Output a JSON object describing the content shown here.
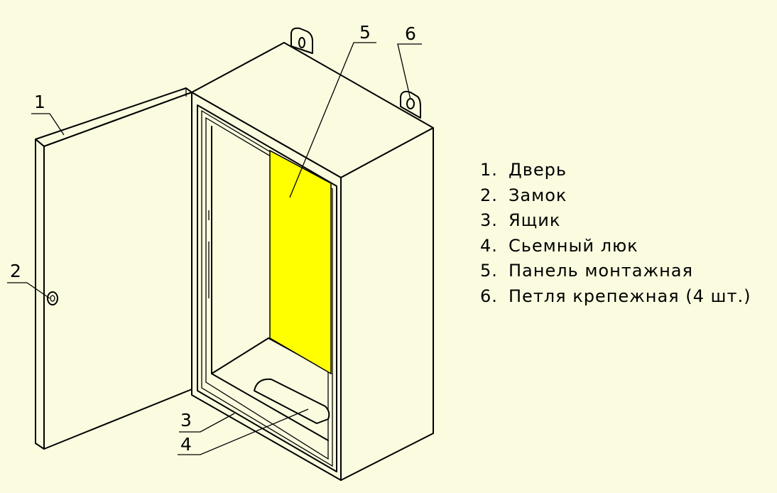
{
  "panel_color": "#ffff00",
  "background_color": "#fbfbe0",
  "callouts": [
    {
      "num": "1"
    },
    {
      "num": "2"
    },
    {
      "num": "3"
    },
    {
      "num": "4"
    },
    {
      "num": "5"
    },
    {
      "num": "6"
    }
  ],
  "legend": [
    {
      "num": "1.",
      "label": "Дверь"
    },
    {
      "num": "2.",
      "label": "Замок"
    },
    {
      "num": "3.",
      "label": "Ящик"
    },
    {
      "num": "4.",
      "label": "Сьемный люк"
    },
    {
      "num": "5.",
      "label": "Панель монтажная"
    },
    {
      "num": "6.",
      "label": "Петля крепежная (4 шт.)"
    }
  ]
}
